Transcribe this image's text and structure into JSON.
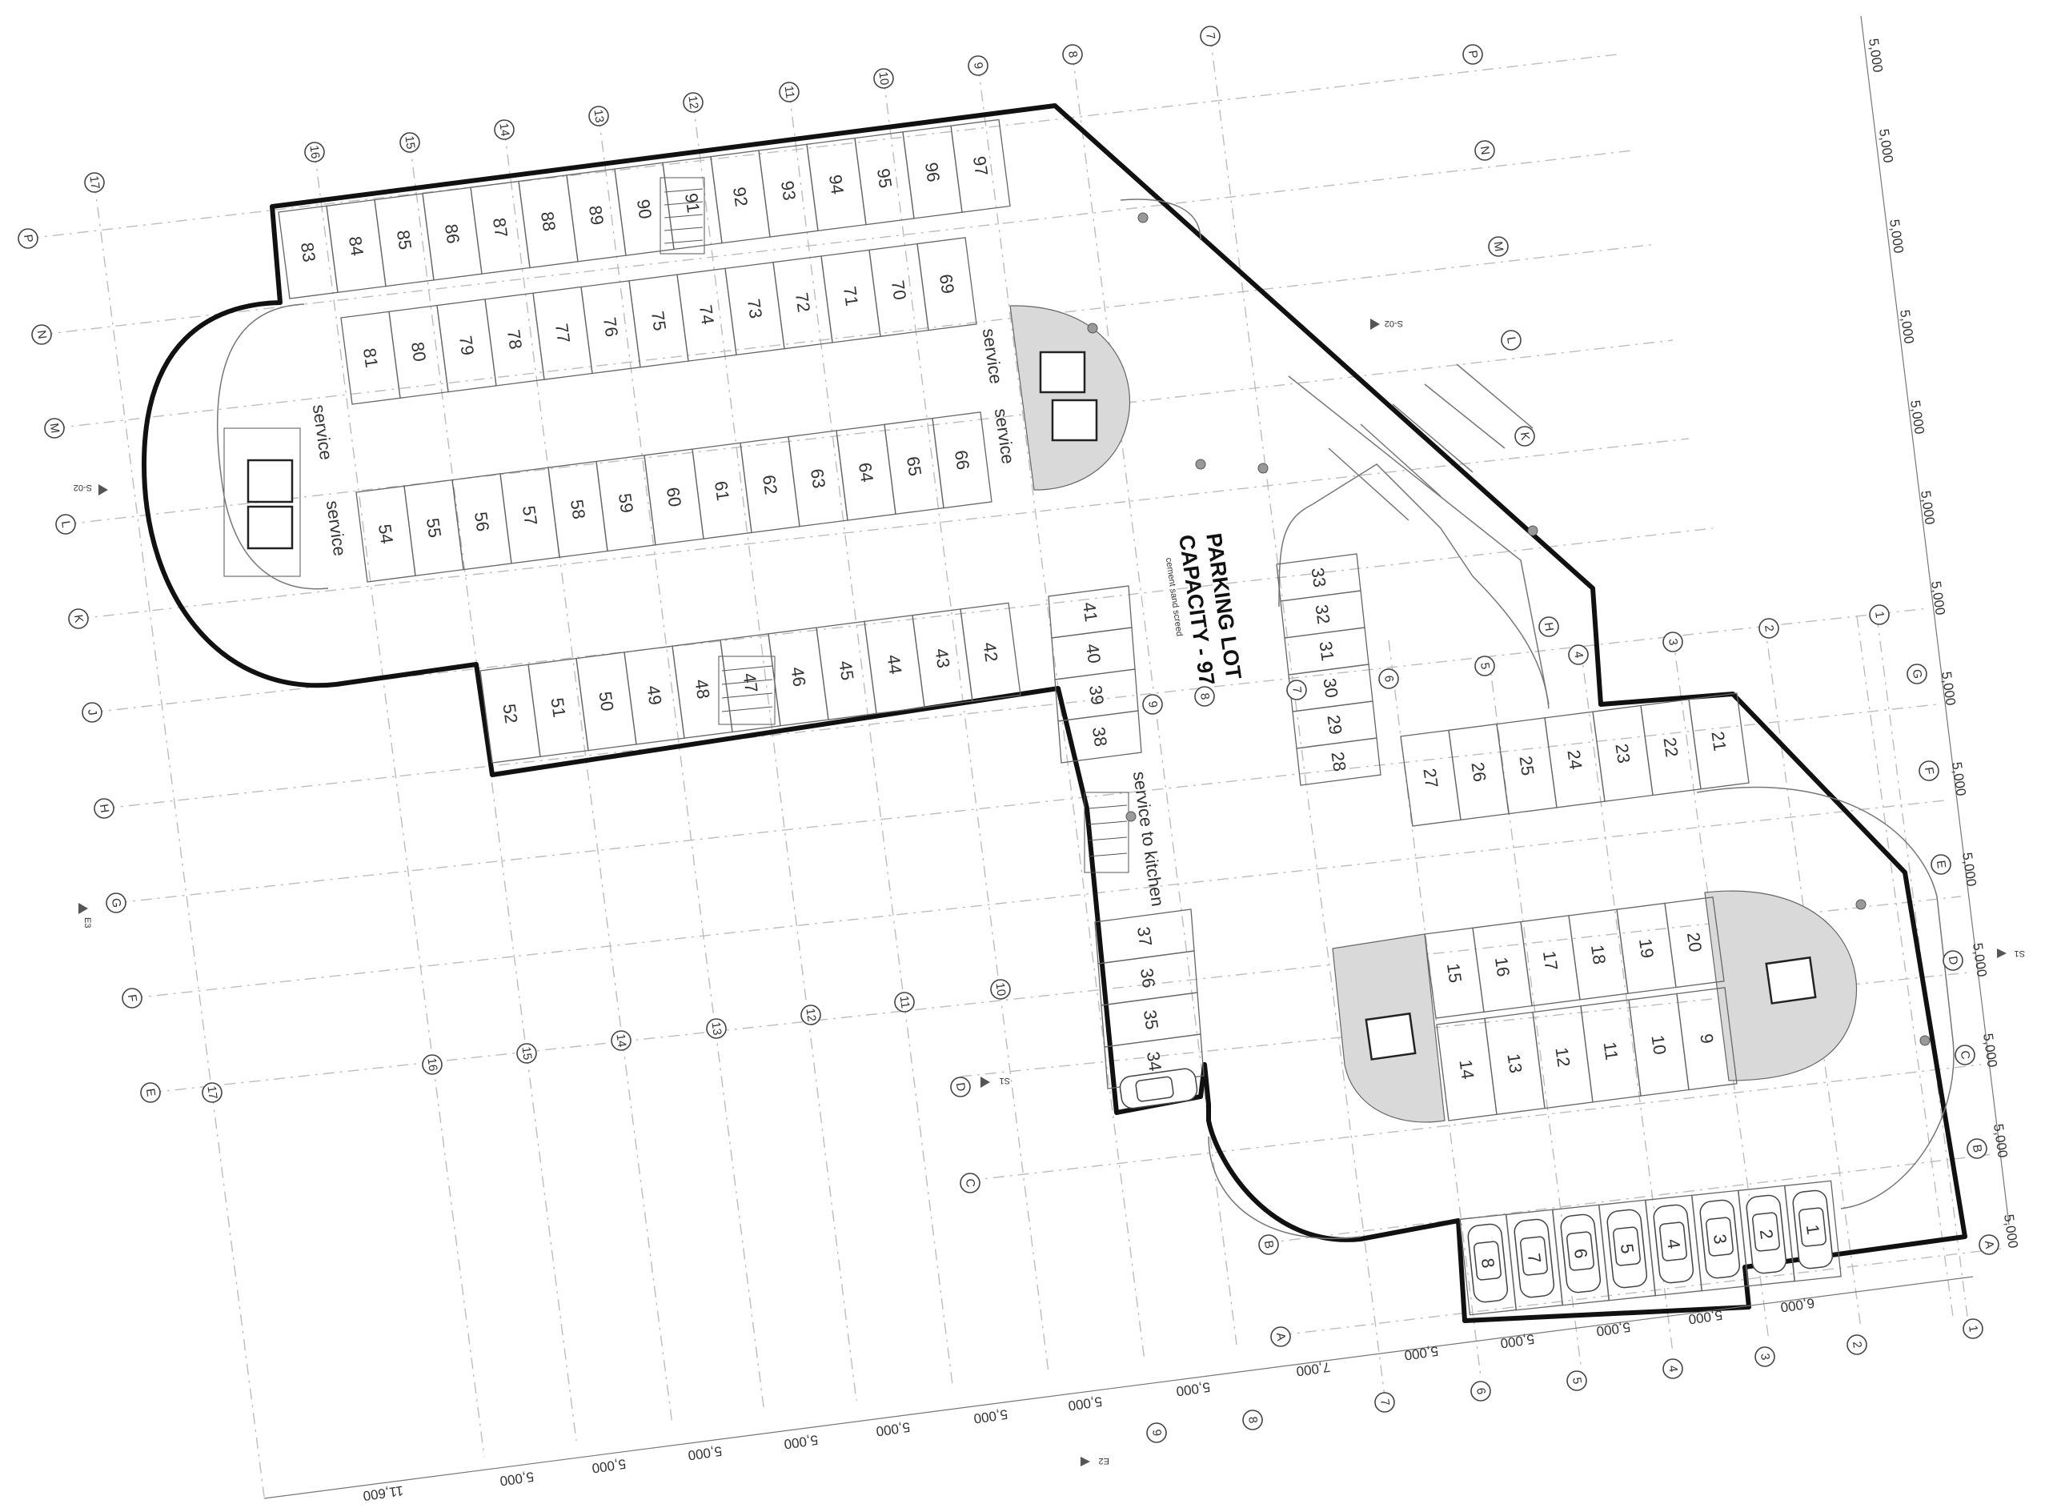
{
  "title": {
    "line1": "PARKING LOT",
    "line2": "CAPACITY - 97",
    "note": "cement sand screed"
  },
  "service_labels": {
    "s82": "service",
    "s53": "service",
    "s68": "service",
    "s67": "service",
    "kitchen": "service to kitchen"
  },
  "section_markers": [
    "S-02",
    "S-02",
    "S1",
    "S1",
    "E3",
    "E2"
  ],
  "grid_labels": {
    "left_letters": [
      "P",
      "N",
      "M",
      "L",
      "K",
      "J",
      "H",
      "G",
      "F",
      "E"
    ],
    "left_numbers": [
      "17",
      "16",
      "15",
      "14",
      "13",
      "12",
      "11",
      "10",
      "9",
      "8",
      "7"
    ],
    "right_letters": [
      "P",
      "N",
      "M",
      "L",
      "K"
    ],
    "right_letters_lower": [
      "G",
      "F",
      "E",
      "D",
      "C",
      "B",
      "A"
    ],
    "right_numbers": [
      "1",
      "2",
      "3",
      "4",
      "5",
      "6",
      "7",
      "8",
      "9"
    ],
    "bottom_numbers": [
      "17",
      "16",
      "15",
      "14",
      "13",
      "12",
      "11",
      "10"
    ],
    "bottom_right_numbers": [
      "1",
      "2",
      "3",
      "4",
      "5",
      "6",
      "7",
      "8",
      "9"
    ],
    "mid_letters": [
      "D",
      "C",
      "B",
      "A"
    ],
    "inner_labels": [
      "H",
      "5",
      "6",
      "4",
      "3",
      "2",
      "1"
    ]
  },
  "dimensions": {
    "right_side": [
      "5,000",
      "5,000",
      "5,000",
      "5,000",
      "5,000",
      "5,000",
      "5,000",
      "5,000",
      "5,000",
      "5,000",
      "5,000",
      "5,000",
      "5,000",
      "5,000"
    ],
    "bottom": [
      "11,600",
      "5,000",
      "5,000",
      "5,000",
      "5,000",
      "5,000",
      "5,000",
      "5,000",
      "5,000",
      "7,000",
      "5,000",
      "5,000",
      "5,000",
      "5,000",
      "6,000"
    ]
  },
  "stalls": {
    "top_row": [
      "83",
      "84",
      "85",
      "86",
      "87",
      "88",
      "89",
      "90",
      "91",
      "92",
      "93",
      "94",
      "95",
      "96",
      "97"
    ],
    "island_upper": [
      "81",
      "80",
      "79",
      "78",
      "77",
      "76",
      "75",
      "74",
      "73",
      "72",
      "71",
      "70",
      "69"
    ],
    "island_lower": [
      "54",
      "55",
      "56",
      "57",
      "58",
      "59",
      "60",
      "61",
      "62",
      "63",
      "64",
      "65",
      "66"
    ],
    "bottom_row": [
      "52",
      "51",
      "50",
      "49",
      "48",
      "47",
      "46",
      "45",
      "44",
      "43",
      "42"
    ],
    "center_column": [
      "41",
      "40",
      "39",
      "38"
    ],
    "center_lower": [
      "37",
      "36",
      "35",
      "34"
    ],
    "right_column": [
      "33",
      "32",
      "31",
      "30",
      "29",
      "28"
    ],
    "right_row": [
      "27",
      "26",
      "25",
      "24",
      "23",
      "22",
      "21"
    ],
    "lower_island_upper": [
      "15",
      "16",
      "17",
      "18",
      "19",
      "20"
    ],
    "lower_island_lower": [
      "14",
      "13",
      "12",
      "11",
      "10",
      "9"
    ],
    "bottom_cars": [
      "8",
      "7",
      "6",
      "5",
      "4",
      "3",
      "2",
      "1"
    ]
  }
}
